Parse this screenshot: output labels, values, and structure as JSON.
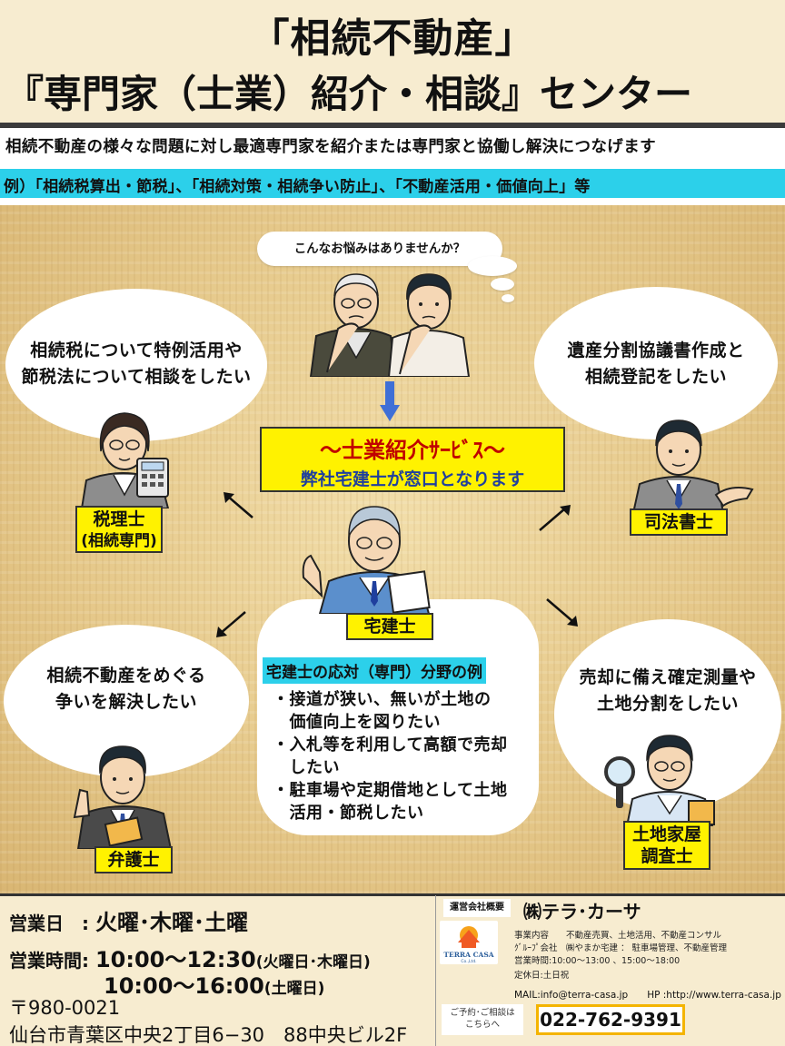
{
  "header": {
    "title_line1": "「相続不動産」",
    "title_line2": "『専門家（士業）紹介・相談』センター",
    "subtitle": "相続不動産の様々な問題に対し最適専門家を紹介または専門家と協働し解決につなげます",
    "examples": "例）「相続税算出・節税」、「相続対策・相続争い防止」、「不動産活用・価値向上」等"
  },
  "main": {
    "thought_bubble": "こんなお悩みはありませんか？",
    "service_line1": "～士業紹介ｻｰﾋﾞｽ～",
    "service_line2": "弊社宅建士が窓口となります",
    "bubbles": {
      "tax": {
        "line1": "相続税について特例活用や",
        "line2": "節税法について相談をしたい",
        "label1": "税理士",
        "label2": "(相続専門)"
      },
      "judicial": {
        "line1": "遺産分割協議書作成と",
        "line2": "相続登記をしたい",
        "label": "司法書士"
      },
      "lawyer": {
        "line1": "相続不動産をめぐる",
        "line2": "争いを解決したい",
        "label": "弁護士"
      },
      "surveyor": {
        "line1": "売却に備え確定測量や",
        "line2": "土地分割をしたい",
        "label1": "土地家屋",
        "label2": "調査士"
      }
    },
    "center": {
      "label": "宅建士",
      "field_title": "宅建士の応対（専門）分野の例",
      "items": [
        "・接道が狭い、無いが土地の",
        "　価値向上を図りたい",
        "・入札等を利用して高額で売却",
        "　したい",
        "・駐車場や定期借地として土地",
        "　活用・節税したい"
      ]
    }
  },
  "footer": {
    "days_label": "営業日　:",
    "days_value": "火曜･木曜･土曜",
    "hours_label": "営業時間:",
    "hours1_value": "10:00～12:30",
    "hours1_note": "(火曜日･木曜日)",
    "hours2_value": "10:00～16:00",
    "hours2_note": "(土曜日)",
    "postal": "〒980-0021",
    "address": "仙台市青葉区中央2丁目6−30　88中央ビル2F",
    "company_tag": "運営会社概要",
    "company_name": "㈱テラ･カーサ",
    "logo_text": "TERRA CASA",
    "logo_sub": "Co.,Ltd.",
    "info_business": "事業内容　　不動産売買、土地活用、不動産コンサル",
    "info_group": "ｸﾞﾙｰﾌﾟ会社　㈱やまか宅建 ： 駐車場管理、不動産管理",
    "info_hours": "営業時間:10:00～13:00 、15:00～18:00",
    "info_holiday": "定休日:土日祝",
    "mail_hp": "MAIL:info@terra-casa.jp　　HP :http://www.terra-casa.jp",
    "reserve_line1": "ご予約･ご相談は",
    "reserve_line2": "こちらへ",
    "phone": "022-762-9391"
  },
  "colors": {
    "highlight_yellow": "#fff200",
    "cyan": "#2cd0ea",
    "service_red": "#c00000",
    "service_blue": "#1f3f9e",
    "phone_border": "#f4b400"
  }
}
